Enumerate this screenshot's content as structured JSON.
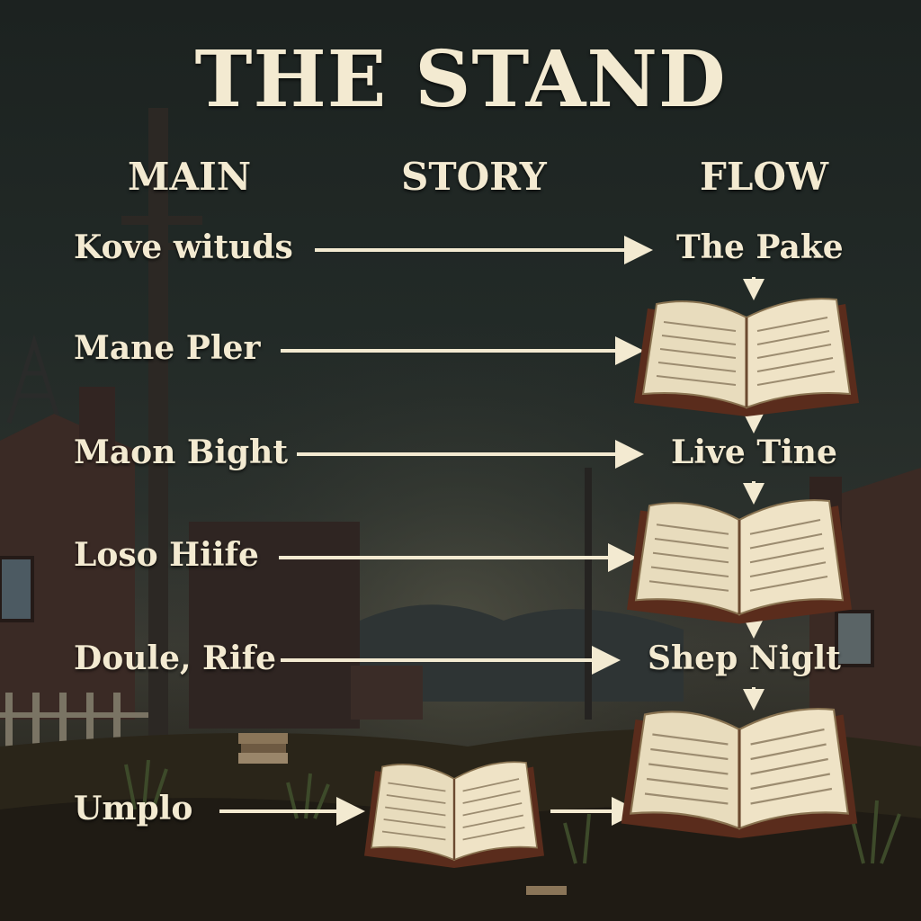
{
  "title": "THE STAND",
  "columns": [
    "MAIN",
    "STORY",
    "FLOW"
  ],
  "rows": [
    {
      "label": "Kove wituds",
      "target": "The Pake"
    },
    {
      "label": "Mane Pler",
      "target": ""
    },
    {
      "label": "Maon Bight",
      "target": "Live Tine"
    },
    {
      "label": "Loso Hiife",
      "target": ""
    },
    {
      "label": "Doule, Rife",
      "target": "Shep Niglt"
    },
    {
      "label": "Umplo",
      "target": ""
    }
  ],
  "icons": [
    "open-book-icon",
    "arrow-right-icon",
    "arrow-down-icon"
  ],
  "colors": {
    "text": "#f3ead1",
    "sky": "#1c2220",
    "ground": "#2b2a22"
  }
}
